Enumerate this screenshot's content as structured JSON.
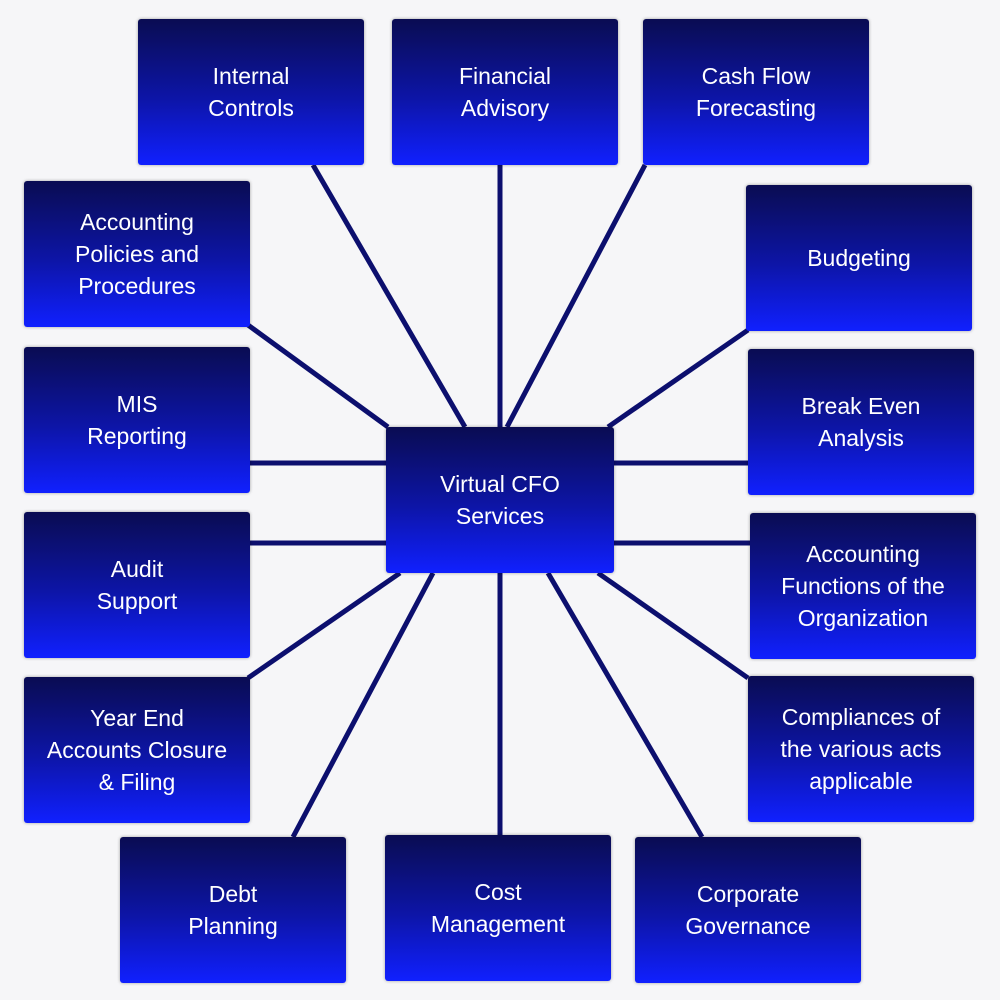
{
  "colors": {
    "background": "#f6f6f8",
    "node_top": "#0a0c52",
    "node_bottom": "#1020ff",
    "connector": "#0c0f6e",
    "text": "#ffffff"
  },
  "center": {
    "lines": [
      "Virtual CFO",
      "Services"
    ]
  },
  "nodes": [
    {
      "lines": [
        "Internal",
        "Controls"
      ]
    },
    {
      "lines": [
        "Financial",
        "Advisory"
      ]
    },
    {
      "lines": [
        "Cash Flow",
        "Forecasting"
      ]
    },
    {
      "lines": [
        "Accounting",
        "Policies and",
        "Procedures"
      ]
    },
    {
      "lines": [
        "Budgeting"
      ]
    },
    {
      "lines": [
        "MIS",
        "Reporting"
      ]
    },
    {
      "lines": [
        "Break Even",
        "Analysis"
      ]
    },
    {
      "lines": [
        "Audit",
        "Support"
      ]
    },
    {
      "lines": [
        "Accounting",
        "Functions of the",
        "Organization"
      ]
    },
    {
      "lines": [
        "Year End",
        "Accounts Closure",
        "& Filing"
      ]
    },
    {
      "lines": [
        "Compliances of",
        "the various acts",
        "applicable"
      ]
    },
    {
      "lines": [
        "Debt",
        "Planning"
      ]
    },
    {
      "lines": [
        "Cost",
        "Management"
      ]
    },
    {
      "lines": [
        "Corporate",
        "Governance"
      ]
    }
  ]
}
